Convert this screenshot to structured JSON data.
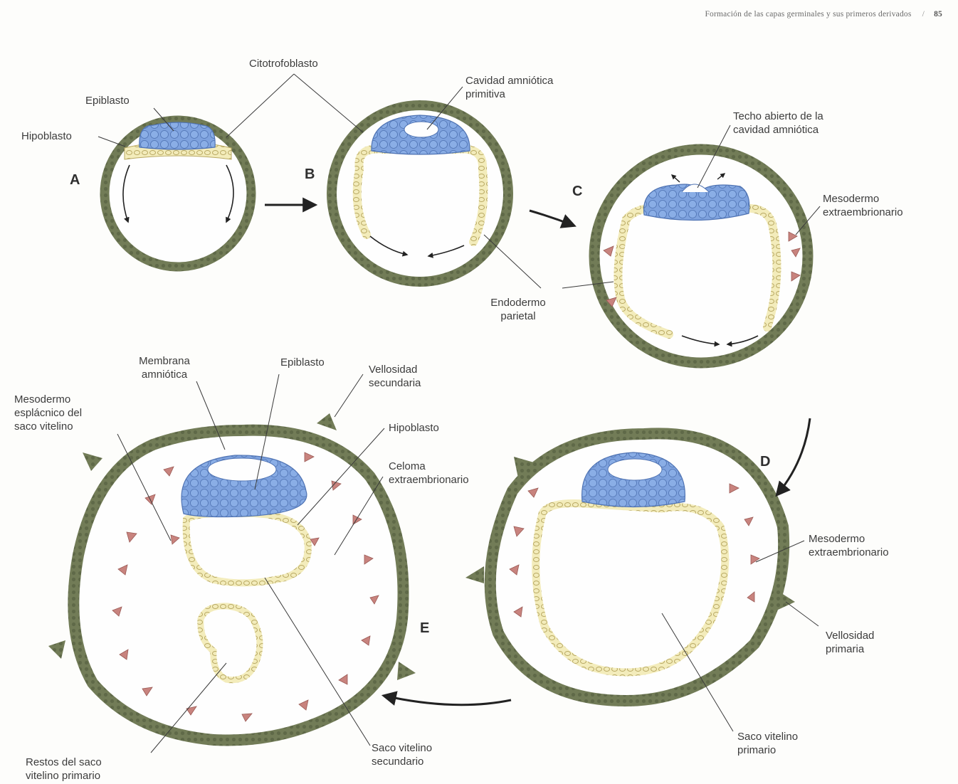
{
  "header": {
    "title": "Formación de las capas germinales y sus primeros derivados",
    "separator": "/",
    "page_number": "85"
  },
  "colors": {
    "trophoblast": "#727c57",
    "epiblast": "#7da0dc",
    "hypoblast": "#ece3a1",
    "mesoderm": "#c8837e",
    "line": "#333333"
  },
  "stages": {
    "a": "A",
    "b": "B",
    "c": "C",
    "d": "D",
    "e": "E"
  },
  "labels": {
    "citotrofoblasto": "Citotrofoblasto",
    "epiblasto_a": "Epiblasto",
    "hipoblasto_a": "Hipoblasto",
    "cavidad_amniotica_primitiva": [
      "Cavidad amniótica",
      "primitiva"
    ],
    "techo_abierto": [
      "Techo abierto de la",
      "cavidad amniótica"
    ],
    "mesodermo_extra_c": [
      "Mesodermo",
      "extraembrionario"
    ],
    "endodermo_parietal": [
      "Endodermo",
      "parietal"
    ],
    "membrana_amniotica": [
      "Membrana",
      "amniótica"
    ],
    "epiblasto_e": "Epiblasto",
    "vellosidad_secundaria": [
      "Vellosidad",
      "secundaria"
    ],
    "mesodermo_esplacnico": [
      "Mesodermo",
      "esplácnico del",
      "saco vitelino"
    ],
    "hipoblasto_e": "Hipoblasto",
    "celoma_extraembrionario": [
      "Celoma",
      "extraembrionario"
    ],
    "mesodermo_extra_d": [
      "Mesodermo",
      "extraembrionario"
    ],
    "vellosidad_primaria": [
      "Vellosidad",
      "primaria"
    ],
    "saco_vitelino_primario": [
      "Saco vitelino",
      "primario"
    ],
    "saco_vitelino_secundario": [
      "Saco vitelino",
      "secundario"
    ],
    "restos_saco": [
      "Restos del saco",
      "vitelino primario"
    ]
  }
}
